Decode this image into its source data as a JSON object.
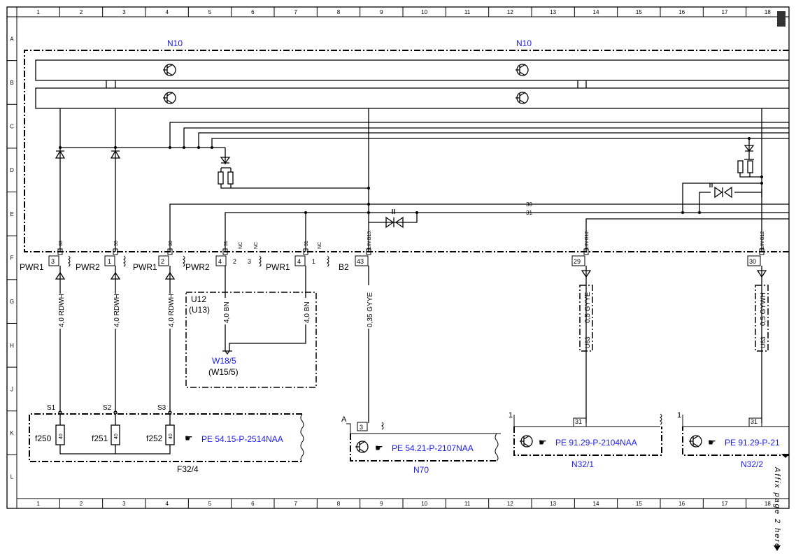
{
  "frame": {
    "columns": [
      "1",
      "2",
      "3",
      "4",
      "5",
      "6",
      "7",
      "8",
      "9",
      "10",
      "11",
      "12",
      "13",
      "14",
      "15",
      "16",
      "17",
      "18"
    ],
    "rows": [
      "A",
      "B",
      "C",
      "D",
      "E",
      "F",
      "G",
      "H",
      "J",
      "K",
      "L"
    ]
  },
  "modules": {
    "n10_left": "N10",
    "n10_right": "N10",
    "u12": "U12",
    "u13": "(U13)",
    "w18": "W18/5",
    "w15": "(W15/5)",
    "f32": "F32/4",
    "n70": "N70",
    "n32_1": "N32/1",
    "n32_2": "N32/2"
  },
  "pins": {
    "pwr1_a": "PWR1",
    "pwr2_a": "PWR2",
    "pwr1_b": "PWR1",
    "pwr2_b": "PWR2",
    "pwr1_c": "PWR1",
    "b2": "B2",
    "n3a": "3",
    "n1a": "1",
    "n2a": "2",
    "n4a": "4",
    "n2b": "2",
    "n3b": "3",
    "n4b": "4",
    "n1b": "1",
    "n43": "43",
    "n29": "29",
    "n30": "30",
    "p30a": "30",
    "p30b": "30",
    "p30c": "30",
    "p31a": "31",
    "p31b": "31",
    "nc1": "NC",
    "nc2": "NC",
    "nc3": "NC",
    "linb13": "LIN B13",
    "linb12a": "LIN B12",
    "linb12b": "LIN B12"
  },
  "lines": {
    "l30": "30",
    "l31": "31"
  },
  "wires": {
    "w1": "4,0 RDWH",
    "w2": "4,0 RDWH",
    "w3": "4,0 RDWH",
    "w4": "4,0 BN",
    "w5": "4,0 BN",
    "w6": "0,35 GYYE",
    "w7": "0,5 GYYE",
    "w8": "0,5 GYWH",
    "u63a": "U63",
    "u63b": "U63"
  },
  "fuses": {
    "s1": "S1",
    "s2": "S2",
    "s3": "S3",
    "f250": "f250",
    "f251": "f251",
    "f252": "f252",
    "r1": "40",
    "r2": "40",
    "r3": "40"
  },
  "refs": {
    "pe1": "PE 54.15-P-2514NAA",
    "pe2": "PE 54.21-P-2107NAA",
    "pe3": "PE 91.29-P-2104NAA",
    "pe4": "PE 91.29-P-21"
  },
  "misc": {
    "a_label": "A",
    "n70_pin": "3",
    "n32_1_top": "1",
    "n32_1_pin": "31",
    "n32_2_top": "1",
    "n32_2_pin": "31",
    "affix": "Affix page 2 here"
  }
}
